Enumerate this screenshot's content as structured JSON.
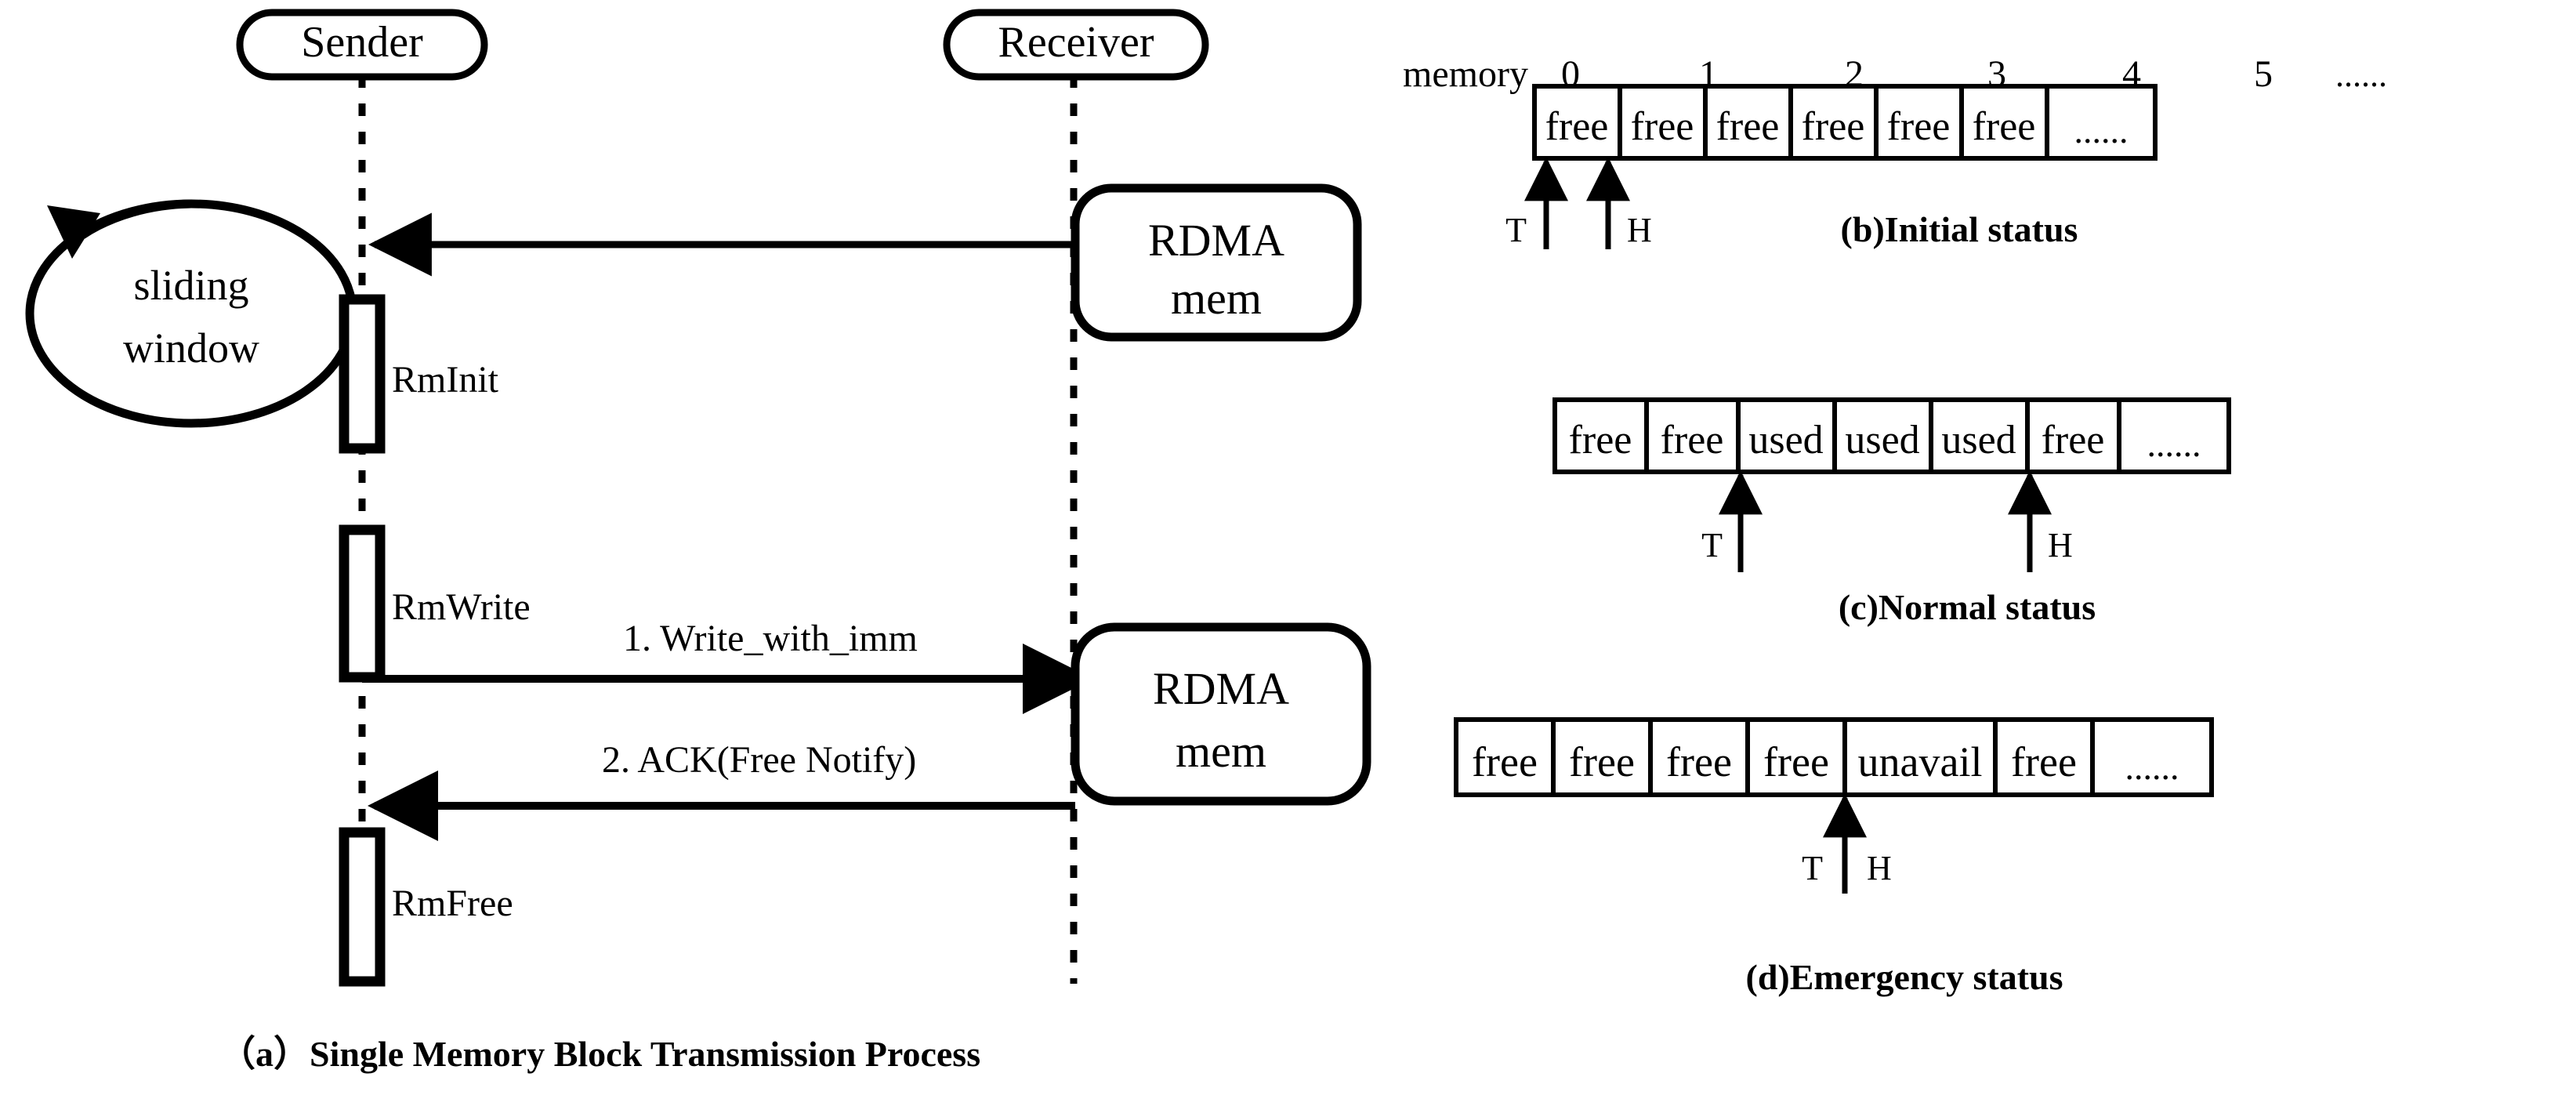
{
  "figure": {
    "panel_a": {
      "caption": "（a）Single Memory Block Transmission Process",
      "lifelines": [
        {
          "name": "sender",
          "label": "Sender"
        },
        {
          "name": "receiver",
          "label": "Receiver"
        }
      ],
      "sliding_window": {
        "line1": "sliding",
        "line2": "window"
      },
      "rdma_boxes": [
        {
          "name": "rdma-mem-top",
          "line1": "RDMA",
          "line2": "mem"
        },
        {
          "name": "rdma-mem-bottom",
          "line1": "RDMA",
          "line2": "mem"
        }
      ],
      "activations": [
        {
          "name": "rminit",
          "label": "RmInit"
        },
        {
          "name": "rmwrite",
          "label": "RmWrite"
        },
        {
          "name": "rmfree",
          "label": "RmFree"
        }
      ],
      "messages": [
        {
          "name": "init-reply",
          "label": "",
          "direction": "left"
        },
        {
          "name": "write-with-imm",
          "label": "1.  Write_with_imm",
          "direction": "right"
        },
        {
          "name": "ack-free-notify",
          "label": "2.  ACK(Free Notify)",
          "direction": "left"
        }
      ]
    },
    "panel_b": {
      "header": {
        "memory_label": "memory",
        "indices": [
          "0",
          "1",
          "2",
          "3",
          "4",
          "5"
        ],
        "ellipsis": "......"
      },
      "rows": [
        {
          "name": "initial-status",
          "caption": "(b)Initial status",
          "cells": [
            "free",
            "free",
            "free",
            "free",
            "free",
            "free",
            "......"
          ],
          "pointers": [
            {
              "name": "tail-pointer",
              "label": "T"
            },
            {
              "name": "head-pointer",
              "label": "H"
            }
          ]
        },
        {
          "name": "normal-status",
          "caption": "(c)Normal status",
          "cells": [
            "free",
            "free",
            "used",
            "used",
            "used",
            "free",
            "......"
          ],
          "pointers": [
            {
              "name": "tail-pointer",
              "label": "T"
            },
            {
              "name": "head-pointer",
              "label": "H"
            }
          ]
        },
        {
          "name": "emergency-status",
          "caption": "(d)Emergency status",
          "cells": [
            "free",
            "free",
            "free",
            "free",
            "unavail",
            "free",
            "......"
          ],
          "pointers": [
            {
              "name": "tail-pointer",
              "label": "T"
            },
            {
              "name": "head-pointer",
              "label": "H"
            }
          ]
        }
      ]
    },
    "colors": {
      "stroke": "#000000",
      "background": "#ffffff"
    }
  }
}
